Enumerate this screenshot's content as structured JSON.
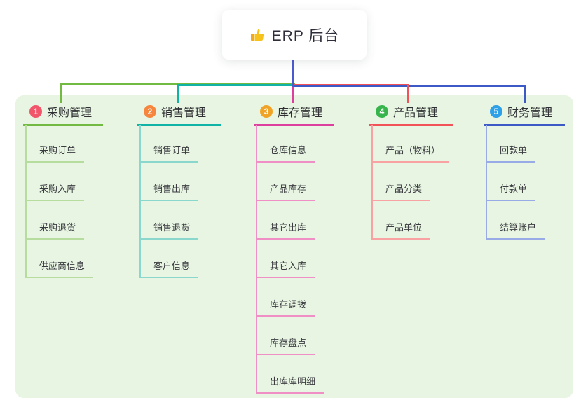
{
  "root": {
    "label": "ERP 后台",
    "icon": "thumbs-up-icon"
  },
  "branches": [
    {
      "index": "1",
      "label": "采购管理",
      "badge_color": "#f1566a",
      "line_color": "#72ba41",
      "child_line_color": "#b6dc9e",
      "children": [
        "采购订单",
        "采购入库",
        "采购退货",
        "供应商信息"
      ]
    },
    {
      "index": "2",
      "label": "销售管理",
      "badge_color": "#f6863d",
      "line_color": "#10b3a6",
      "child_line_color": "#8ad7cd",
      "children": [
        "销售订单",
        "销售出库",
        "销售退货",
        "客户信息"
      ]
    },
    {
      "index": "3",
      "label": "库存管理",
      "badge_color": "#f1a325",
      "line_color": "#dd3f9f",
      "child_line_color": "#f08fc5",
      "children": [
        "仓库信息",
        "产品库存",
        "其它出库",
        "其它入库",
        "库存调拨",
        "库存盘点",
        "出库库明细"
      ]
    },
    {
      "index": "4",
      "label": "产品管理",
      "badge_color": "#38b44d",
      "line_color": "#f25358",
      "child_line_color": "#f8a2a3",
      "children": [
        "产品（物料）",
        "产品分类",
        "产品单位"
      ]
    },
    {
      "index": "5",
      "label": "财务管理",
      "badge_color": "#2da0e8",
      "line_color": "#3c59c6",
      "child_line_color": "#98abe6",
      "children": [
        "回款单",
        "付款单",
        "结算账户"
      ]
    }
  ],
  "colors": {
    "panel_bg": "#e7f5e2",
    "root_line": "#4a5bd0",
    "icon_color": "#f8c21c"
  }
}
